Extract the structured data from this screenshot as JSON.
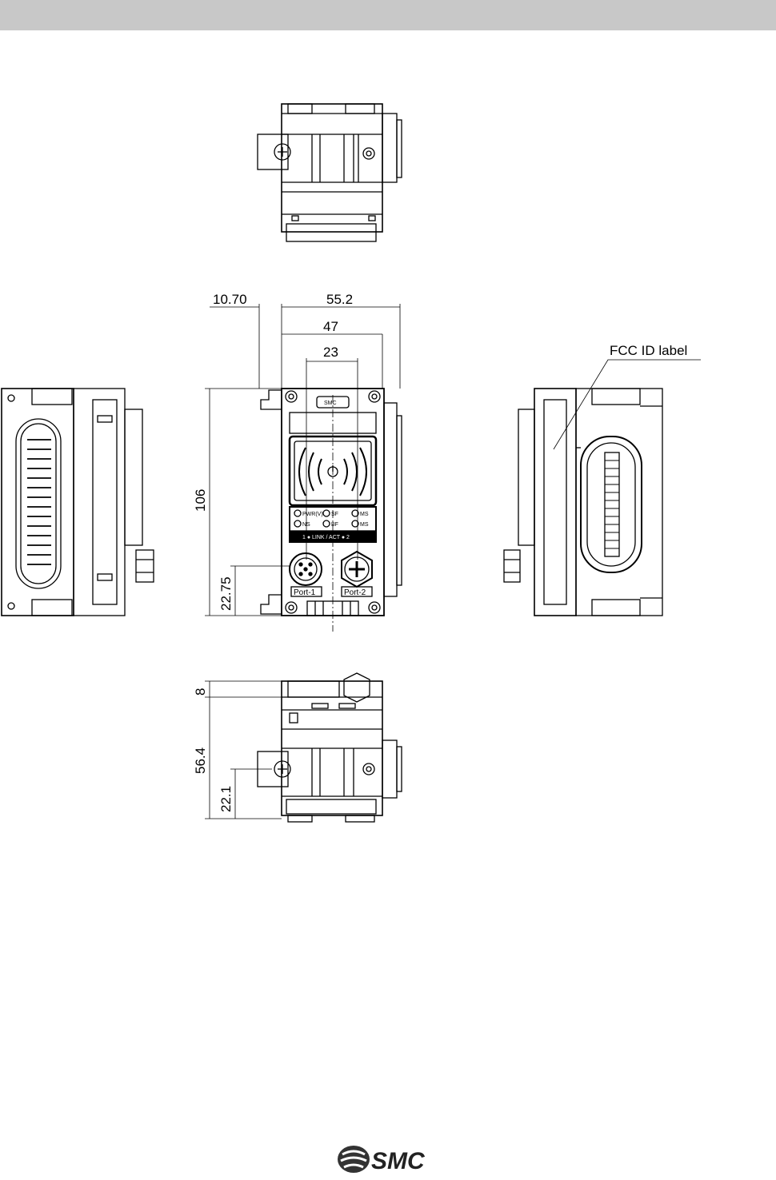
{
  "dimensions": {
    "offset_left": "10.70",
    "total_width": "55.2",
    "body_width": "47",
    "center_width": "23",
    "height": "106",
    "port_height": "22.75",
    "top_margin": "8",
    "depth": "56.4",
    "screw_height": "22.1"
  },
  "labels": {
    "fcc": "FCC ID label",
    "port1": "Port-1",
    "port2": "Port-2",
    "link_act": "1 ● LINK / ACT ● 2",
    "led_row1": [
      "PWR(V)",
      "SF",
      "MS"
    ],
    "led_row2": [
      "NS",
      "BF",
      "MS"
    ],
    "badge": "SMC"
  },
  "footer": {
    "logo": "SMC"
  },
  "colors": {
    "header": "#c8c8c8",
    "line": "#000000"
  }
}
